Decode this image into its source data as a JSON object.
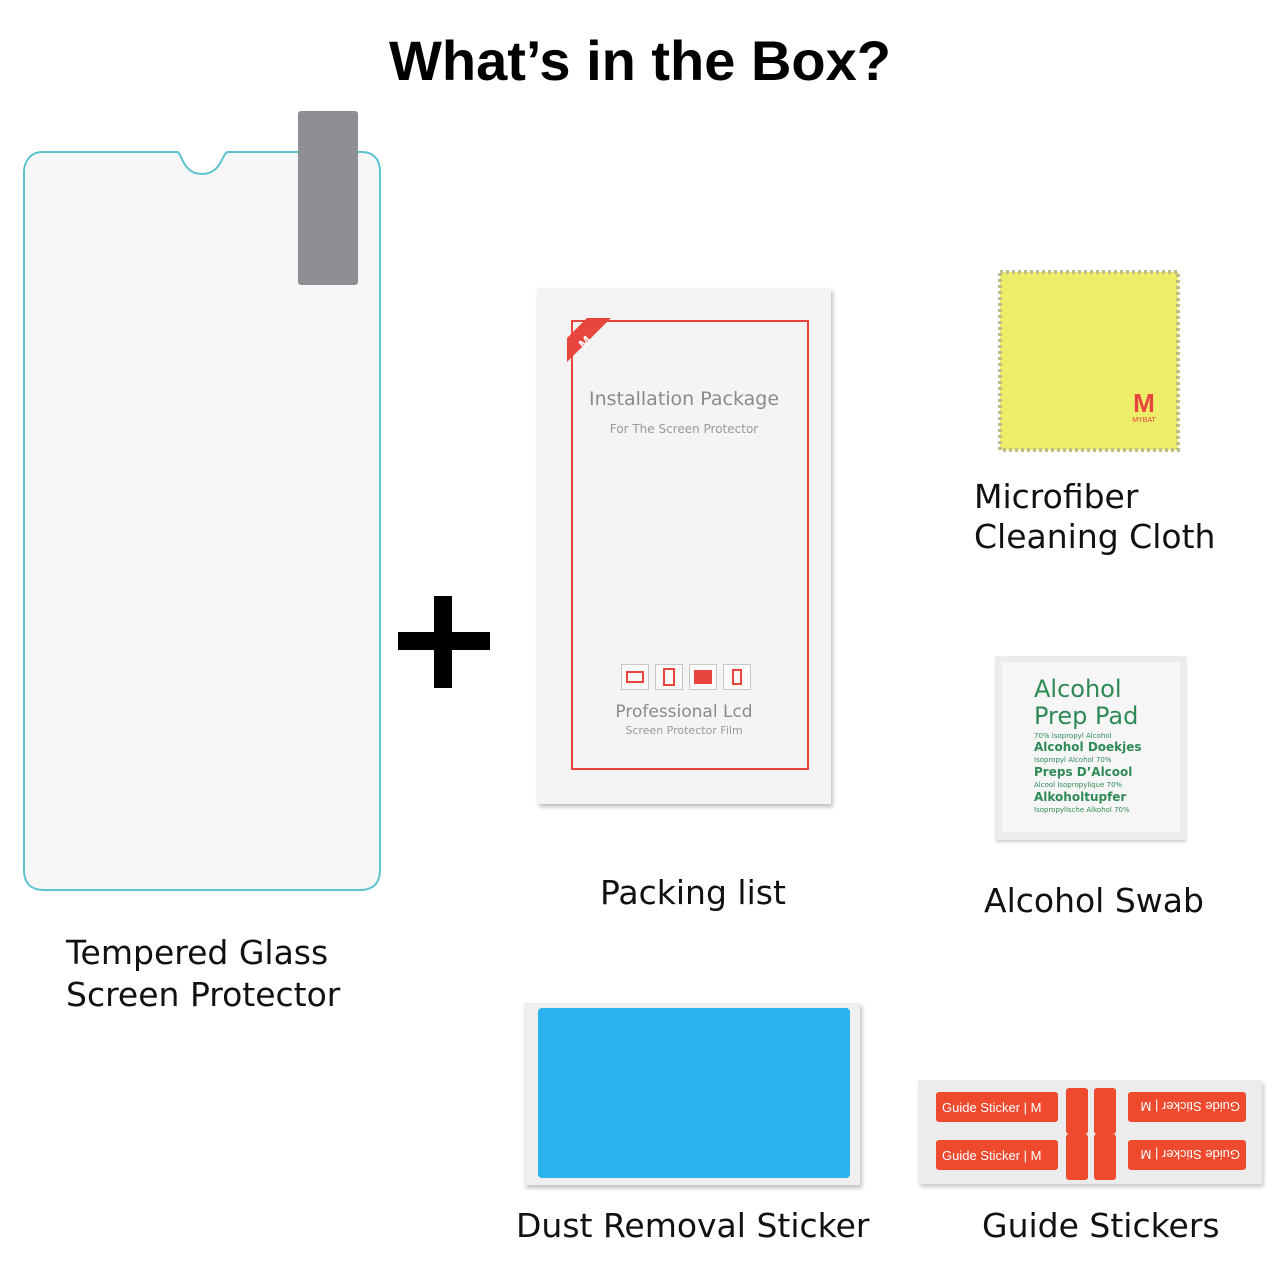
{
  "title": "What’s in the Box?",
  "items": {
    "glass": {
      "caption_line1": "Tempered Glass",
      "caption_line2": "Screen Protector"
    },
    "packing": {
      "caption": "Packing list",
      "box_title": "Installation Package",
      "box_subtitle": "For The Screen Protector",
      "box_product": "Professional Lcd",
      "box_product_sub": "Screen Protector Film"
    },
    "cloth": {
      "caption_line1": "Microfiber",
      "caption_line2": "Cleaning Cloth",
      "brand": "MYBAT"
    },
    "swab": {
      "caption": "Alcohol Swab",
      "pad_line1": "Alcohol",
      "pad_line2": "Prep Pad",
      "pad_tiny1": "70% Isopropyl Alcohol",
      "pad_lang1": "Alcohol Doekjes",
      "pad_tiny2": "Isopropyl Alcohol 70%",
      "pad_lang2": "Preps D’Alcool",
      "pad_tiny3": "Alcool Isopropylique 70%",
      "pad_lang3": "Alkoholtupfer",
      "pad_tiny4": "Isopropylische Alkohol 70%"
    },
    "dust": {
      "caption": "Dust Removal Sticker"
    },
    "guide": {
      "caption": "Guide Stickers",
      "sticker_label": "Guide Sticker"
    }
  },
  "colors": {
    "accent_red": "#e8453c",
    "cloth_yellow": "#eded6a",
    "dust_blue": "#2ab2ef",
    "swab_green": "#2f8a55",
    "glass_edge": "#5cc3cf"
  },
  "icons": [
    "plus-icon",
    "mybat-logo-icon"
  ]
}
